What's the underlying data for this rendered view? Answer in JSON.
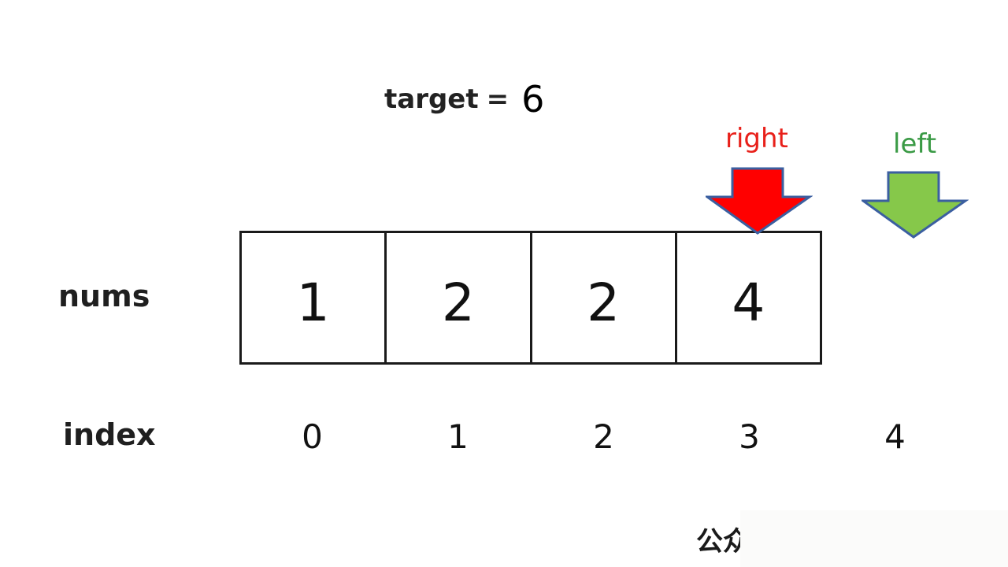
{
  "target": {
    "label": "target",
    "equals": "=",
    "value": "6"
  },
  "rows": {
    "nums_label": "nums",
    "index_label": "index"
  },
  "nums": [
    "1",
    "2",
    "2",
    "4"
  ],
  "indices": [
    "0",
    "1",
    "2",
    "3",
    "4"
  ],
  "pointers": {
    "right": {
      "label": "right",
      "index": 3,
      "color": "#e8201a",
      "fill": "#ff0000",
      "stroke": "#3b5fa0"
    },
    "left": {
      "label": "left",
      "index": 4,
      "color": "#3a9a45",
      "fill": "#86c84a",
      "stroke": "#3b5fa0"
    }
  },
  "watermark": {
    "text": "公众"
  }
}
